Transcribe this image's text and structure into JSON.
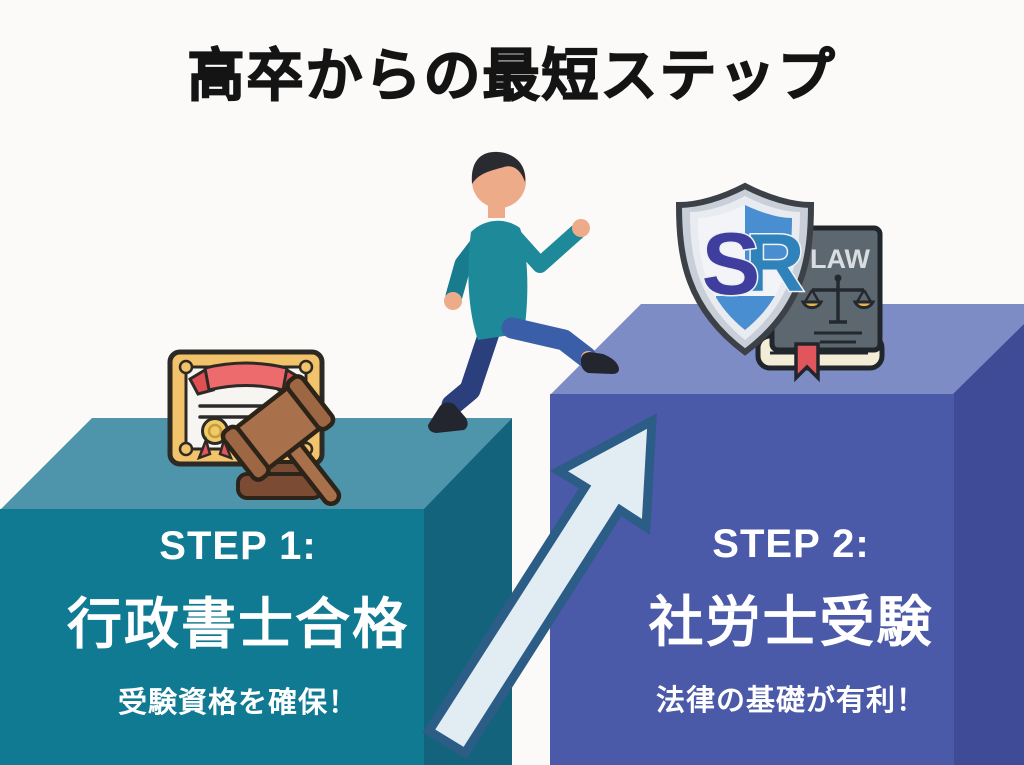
{
  "title": {
    "text": "高卒からの最短ステップ"
  },
  "steps": [
    {
      "label": "STEP 1:",
      "heading": "行政書士合格",
      "caption": "受験資格を確保！"
    },
    {
      "label": "STEP 2:",
      "heading": "社労士受験",
      "caption": "法律の基礎が有利！"
    }
  ],
  "illustration": {
    "shield_letter_s": "S",
    "shield_letter_r": "R",
    "law_book_label": "LAW"
  },
  "colors": {
    "background": "#fbfaf8",
    "title_text": "#141414",
    "step_text": "#ffffff",
    "step1_front": "#107a92",
    "step1_top": "#4e94ab",
    "step1_side": "#14637c",
    "step2_front": "#4b59a9",
    "step2_top": "#7e8cc5",
    "step2_side": "#404b97",
    "arrow_fill": "#e2ecf3",
    "arrow_outline": "#2b5d87"
  }
}
